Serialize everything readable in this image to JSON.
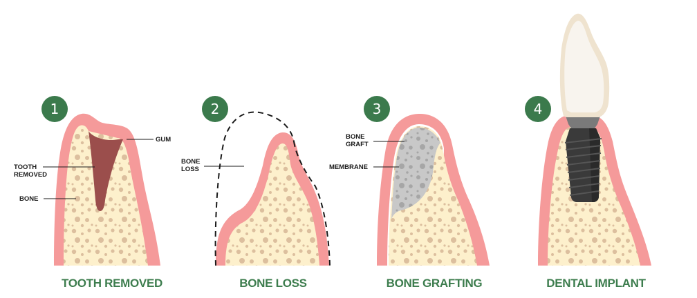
{
  "colors": {
    "badge": "#3b7a4c",
    "gum": "#f59a9a",
    "bone": "#fdf0cc",
    "bone_dots": "#dcbf9e",
    "socket": "#9b4e4c",
    "graft": "#c8c8c8",
    "graft_dots": "#a6a6a6",
    "implant": "#3a3a3a",
    "crown": "#f7f1e6",
    "title": "#3d7d4e"
  },
  "steps": [
    {
      "number": "1",
      "title": "TOOTH REMOVED",
      "labels": [
        "GUM",
        "TOOTH",
        "REMOVED",
        "BONE"
      ]
    },
    {
      "number": "2",
      "title": "BONE LOSS",
      "labels": [
        "BONE",
        "LOSS"
      ]
    },
    {
      "number": "3",
      "title": "BONE GRAFTING",
      "labels": [
        "BONE",
        "GRAFT",
        "MEMBRANE"
      ]
    },
    {
      "number": "4",
      "title": "DENTAL IMPLANT",
      "labels": []
    }
  ]
}
